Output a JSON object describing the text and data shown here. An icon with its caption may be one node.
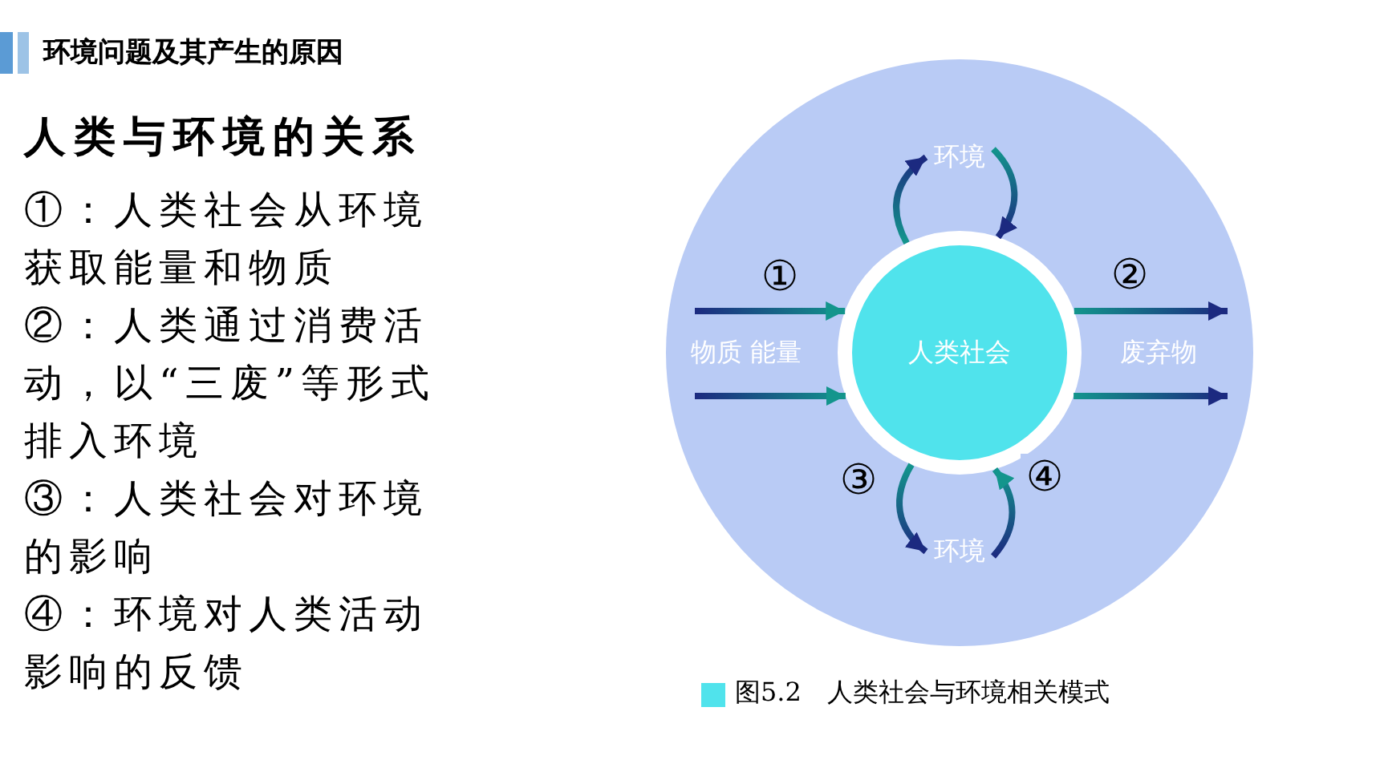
{
  "diagram": {
    "title": "环境问题及其产生的原因",
    "caption": "图5.2　人类社会与环境相关模式",
    "nodes": [
      {
        "text": [
          "人类社会"
        ]
      },
      {
        "text": [
          "环境"
        ]
      },
      {
        "text": [
          "环境"
        ]
      }
    ],
    "edges": [
      {
        "from": null,
        "to": 0,
        "arrow": "to",
        "label": "①"
      },
      {
        "from": null,
        "to": 0,
        "arrow": "to"
      },
      {
        "from": 0,
        "to": null,
        "arrow": "to",
        "label": "②"
      },
      {
        "from": 0,
        "to": null,
        "arrow": "to"
      },
      {
        "from": 0,
        "to": 1,
        "arrow": "to"
      },
      {
        "from": 1,
        "to": 0,
        "arrow": "to"
      },
      {
        "from": 0,
        "to": 2,
        "arrow": "to",
        "label": "③"
      },
      {
        "from": 2,
        "to": 0,
        "arrow": "to",
        "label": "④"
      }
    ],
    "labels": [
      "人类与环境的关系",
      "①：人类社会从环境获取能量和物质",
      "②：人类通过消费活动，以“三废”等形式排入环境",
      "③：人类社会对环境的影响",
      "④：环境对人类活动影响的反馈",
      "物质 能量",
      "废弃物"
    ]
  }
}
